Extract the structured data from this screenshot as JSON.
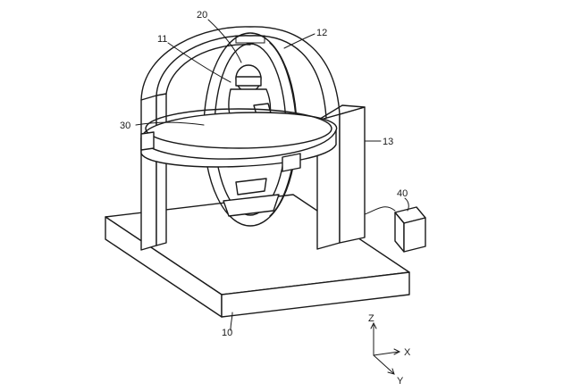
{
  "labels": {
    "l20": "20",
    "l11": "11",
    "l12": "12",
    "l30": "30",
    "l13": "13",
    "l40": "40",
    "l10": "10"
  },
  "axes": {
    "z": "Z",
    "x": "X",
    "y": "Y"
  }
}
